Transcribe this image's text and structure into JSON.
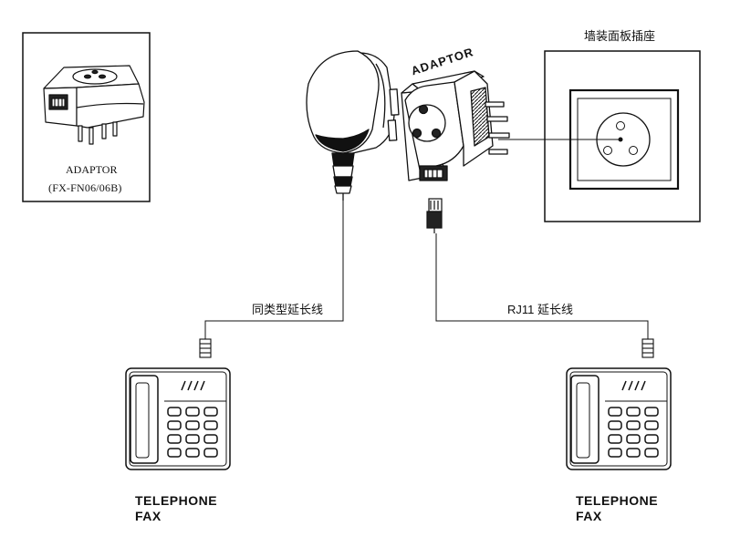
{
  "inset": {
    "name": "ADAPTOR",
    "model": "(FX-FN06/06B)"
  },
  "wall_socket_label": "墙装面板插座",
  "adaptor_3d_label": "ADAPTOR",
  "cables": {
    "left": "同类型延长线",
    "right": "RJ11 延长线"
  },
  "phones": [
    {
      "line1": "TELEPHONE",
      "line2": "FAX"
    },
    {
      "line1": "TELEPHONE",
      "line2": "FAX"
    }
  ],
  "colors": {
    "line": "#111111",
    "background": "#ffffff",
    "shade": "#2a2a2a"
  }
}
